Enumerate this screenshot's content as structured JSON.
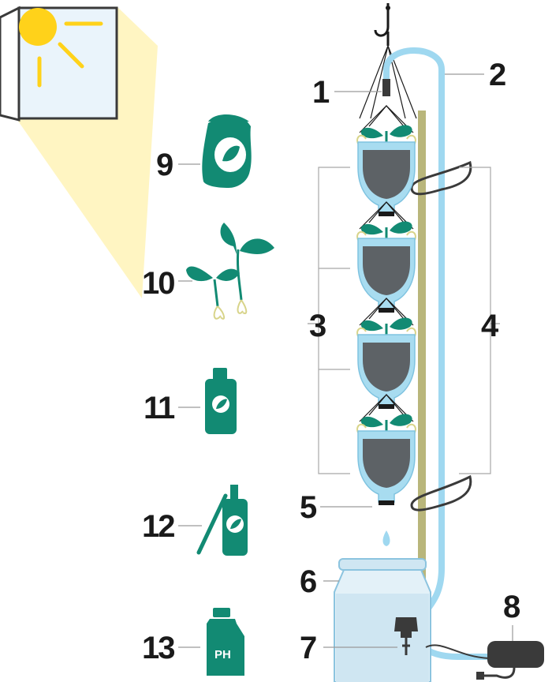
{
  "colors": {
    "teal": "#128a73",
    "light_blue": "#a8dcf0",
    "pipe_blue": "#9fd8f0",
    "soil": "#5d6266",
    "pole": "#b9b67b",
    "sun": "#ffd21a",
    "light_beam": "#fff5c2",
    "window_glass": "#eaf4fb",
    "dark": "#1a1a1a",
    "water": "#cfe6f2"
  },
  "labels": {
    "n1": "1",
    "n2": "2",
    "n3": "3",
    "n4": "4",
    "n5": "5",
    "n6": "6",
    "n7": "7",
    "n8": "8",
    "n9": "9",
    "n10": "10",
    "n11": "11",
    "n12": "12",
    "n13": "13"
  },
  "jug_text": "PH",
  "icons": {
    "window": "window-icon",
    "sun": "sun-icon",
    "hook": "hook-icon",
    "bottle_planter": "bottle-planter-icon",
    "soil_bag": "soil-bag-icon",
    "seedlings": "seedlings-icon",
    "fertilizer": "fertilizer-bottle-icon",
    "dropper": "dropper-icon",
    "ph_jug": "ph-jug-icon",
    "reservoir": "water-reservoir-icon",
    "pump": "water-pump-icon",
    "adapter": "power-adapter-icon"
  }
}
